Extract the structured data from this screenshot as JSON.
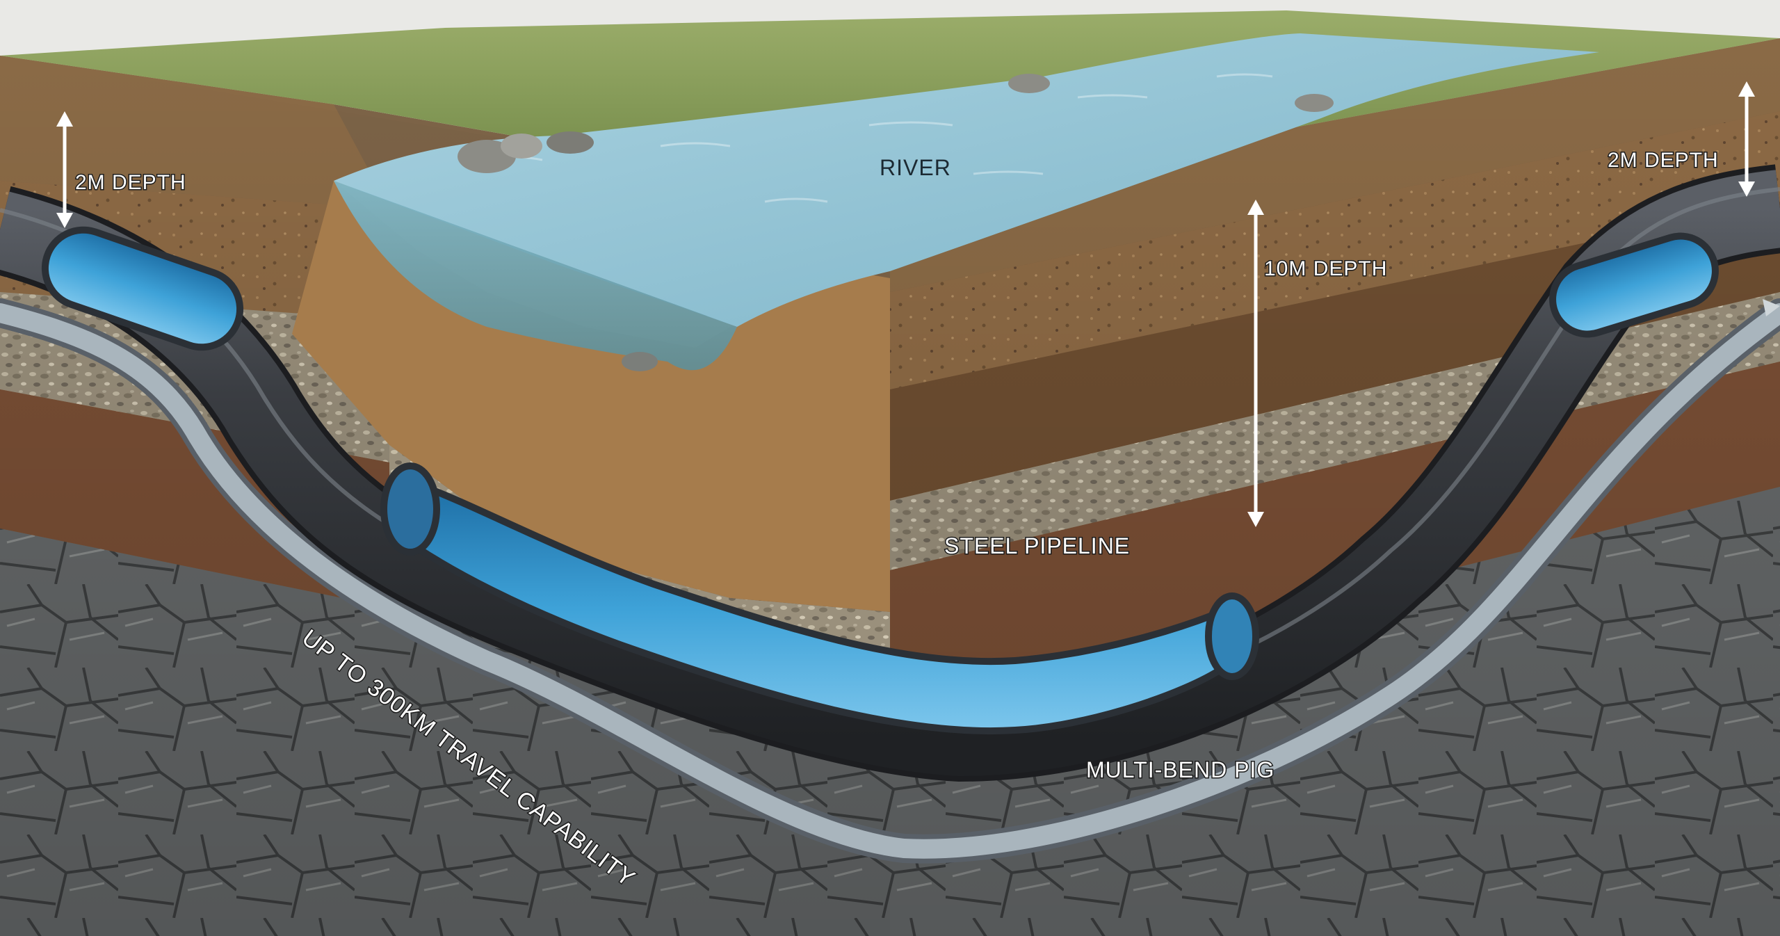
{
  "labels": {
    "river": "RIVER",
    "depth_left": "2M DEPTH",
    "depth_right": "2M DEPTH",
    "depth_center": "10M DEPTH",
    "steel_pipeline": "STEEL PIPELINE",
    "multi_bend_pig": "MULTI-BEND PIG",
    "travel": "UP TO 300KM TRAVEL CAPABILITY"
  },
  "colors": {
    "grass": "#7f9550",
    "water": "#8ebfd2",
    "soil": "#8d6a45",
    "gravel": "#9a907c",
    "bedrock": "#6c6e6b",
    "pipe_steel": "#3f4247",
    "pipe_interior": "#3e9ed4",
    "pig": "#a9b5bd"
  }
}
